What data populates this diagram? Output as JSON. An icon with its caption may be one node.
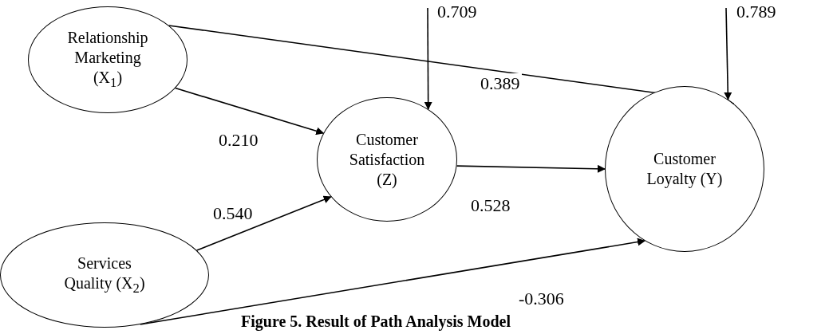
{
  "diagram": {
    "caption": "Figure 5. Result of Path Analysis Model",
    "nodes": [
      {
        "text": [
          "Relationship Marketing (X$_{1}$)"
        ]
      },
      {
        "text": [
          "Services Quality (X$_{2}$)"
        ]
      },
      {
        "text": [
          "Customer Satisfaction (Z)"
        ]
      },
      {
        "text": [
          "Customer Loyalty (Y)"
        ]
      }
    ],
    "edges": [
      {
        "from": null,
        "to": 2,
        "arrow": "to",
        "label": "0.709"
      },
      {
        "from": null,
        "to": 3,
        "arrow": "to",
        "label": "0.789"
      },
      {
        "from": 0,
        "to": 3,
        "arrow": "to",
        "label": "0.389"
      },
      {
        "from": 0,
        "to": 2,
        "arrow": "to",
        "label": "0.210"
      },
      {
        "from": 1,
        "to": 2,
        "arrow": "to",
        "label": "0.540"
      },
      {
        "from": 2,
        "to": 3,
        "arrow": "to",
        "label": "0.528"
      },
      {
        "from": 1,
        "to": 3,
        "arrow": "to",
        "label": "-0.306"
      }
    ]
  }
}
